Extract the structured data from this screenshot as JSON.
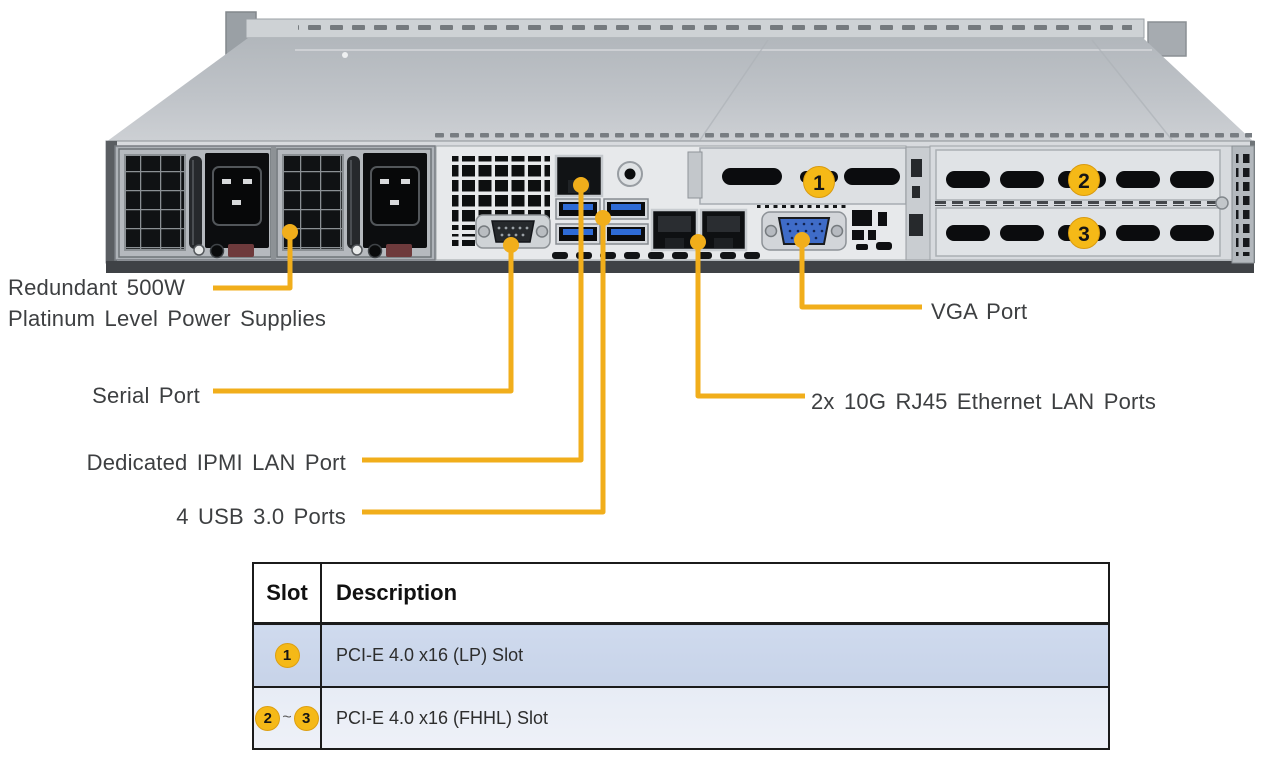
{
  "labels": {
    "psu_line1": "Redundant 500W",
    "psu_line2": "Platinum Level Power Supplies",
    "serial": "Serial Port",
    "ipmi": "Dedicated IPMI LAN Port",
    "usb": "4 USB 3.0 Ports",
    "vga": "VGA Port",
    "lan": "2x 10G RJ45 Ethernet LAN Ports"
  },
  "badges": {
    "slot1": "1",
    "slot2": "2",
    "slot3": "3"
  },
  "table": {
    "headers": [
      "Slot",
      "Description"
    ],
    "rows": [
      {
        "slot_badges": [
          "1"
        ],
        "separator": "",
        "description": "PCI-E 4.0 x16 (LP) Slot"
      },
      {
        "slot_badges": [
          "2",
          "3"
        ],
        "separator": "~",
        "description": "PCI-E 4.0 x16 (FHHL) Slot"
      }
    ]
  },
  "colors": {
    "callout_line": "#F1AE1B",
    "badge_fill": "#F5B917",
    "table_row1_bg": "#CCD8EC",
    "table_row2_bg": "#E9EDF5",
    "usb_port_blue": "#2E6BD6",
    "vga_blue": "#3F6CC8"
  }
}
